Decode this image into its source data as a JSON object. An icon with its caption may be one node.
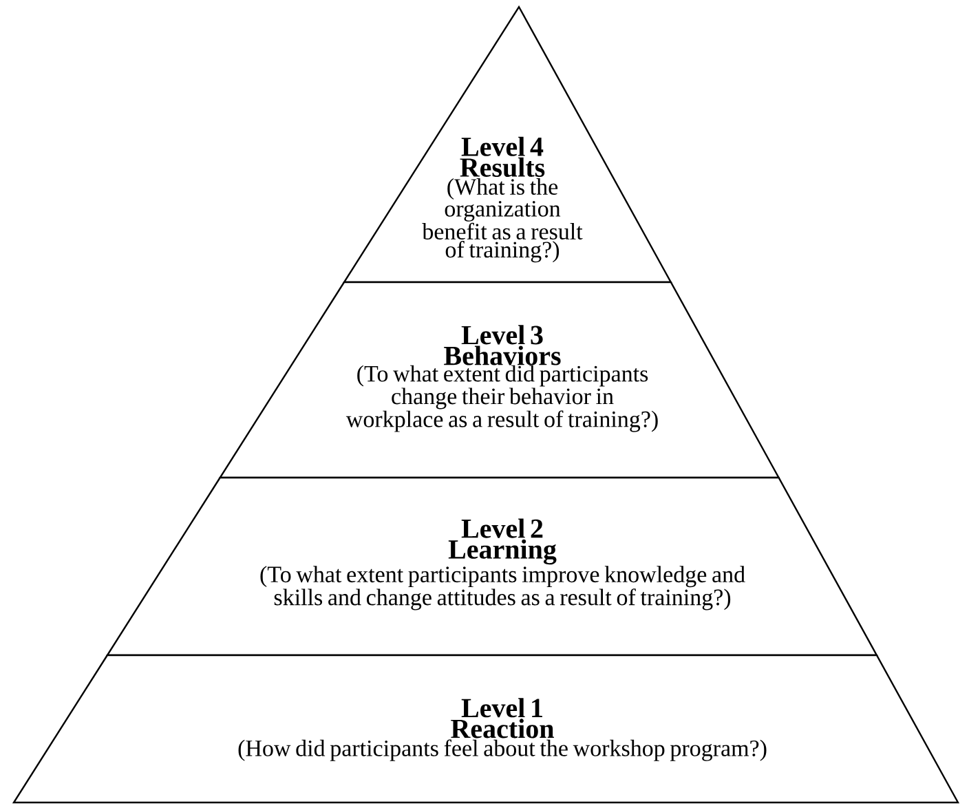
{
  "diagram": {
    "nodes": [
      {
        "text": [
          "Level 4",
          "Results",
          "(What is the organization benefit as a result of training?)"
        ]
      },
      {
        "text": [
          "Level 3",
          "Behaviors",
          "(To what extent did participants change their behavior in workplace as a result of training?)"
        ]
      },
      {
        "text": [
          "Level 2",
          "Learning",
          "(To what extent participants improve knowledge and skills and change attitudes as a result of training?)"
        ]
      },
      {
        "text": [
          "Level 1",
          "Reaction",
          "(How did participants feel about the workshop program?)"
        ]
      }
    ]
  }
}
